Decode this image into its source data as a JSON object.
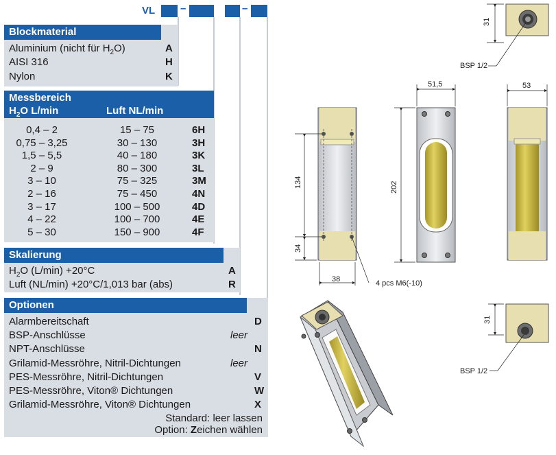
{
  "order_code": {
    "prefix": "VL",
    "dash1": "–",
    "dash2": "–"
  },
  "blockmaterial": {
    "title": "Blockmaterial",
    "items": [
      {
        "label_pre": "Aluminium (nicht für H",
        "sub": "2",
        "label_post": "O)",
        "code": "A"
      },
      {
        "label": "AISI 316",
        "code": "H"
      },
      {
        "label": "Nylon",
        "code": "K"
      }
    ]
  },
  "messbereich": {
    "title": "Messbereich",
    "col_h2o_pre": "H",
    "col_h2o_sub": "2",
    "col_h2o_post": "O  L/min",
    "col_luft": "Luft NL/min",
    "rows": [
      {
        "h2o": "0,4 – 2",
        "luft": "15 – 75",
        "code": "6H"
      },
      {
        "h2o": "0,75 – 3,25",
        "luft": "30 – 130",
        "code": "3H"
      },
      {
        "h2o": "1,5 – 5,5",
        "luft": "40 – 180",
        "code": "3K"
      },
      {
        "h2o": "2 – 9",
        "luft": "80 – 300",
        "code": "3L"
      },
      {
        "h2o": "3 – 10",
        "luft": "75 – 325",
        "code": "3M"
      },
      {
        "h2o": "2 – 16",
        "luft": "75 – 450",
        "code": "4N"
      },
      {
        "h2o": "3 – 17",
        "luft": "100 – 500",
        "code": "4D"
      },
      {
        "h2o": "4 – 22",
        "luft": "100 – 700",
        "code": "4E"
      },
      {
        "h2o": "5 – 30",
        "luft": "150 – 900",
        "code": "4F"
      }
    ]
  },
  "skalierung": {
    "title": "Skalierung",
    "items": [
      {
        "label_pre": "H",
        "sub": "2",
        "label_post": "O (L/min) +20°C",
        "code": "A"
      },
      {
        "label": "Luft (NL/min) +20°C/1,013 bar (abs)",
        "code": "R"
      }
    ]
  },
  "optionen": {
    "title": "Optionen",
    "items": [
      {
        "label": "Alarmbereitschaft",
        "code": "D",
        "leer": ""
      },
      {
        "label": "BSP-Anschlüsse",
        "code": "",
        "leer": "leer"
      },
      {
        "label": "NPT-Anschlüsse",
        "code": "N",
        "leer": ""
      },
      {
        "label": "Grilamid-Messröhre, Nitril-Dichtungen",
        "code": "",
        "leer": "leer"
      },
      {
        "label": "PES-Messröhre, Nitril-Dichtungen",
        "code": "V",
        "leer": ""
      },
      {
        "label": "PES-Messröhre, Viton® Dichtungen",
        "code": "W",
        "leer": ""
      },
      {
        "label": "Grilamid-Messröhre, Viton® Dichtungen",
        "code": "X",
        "leer": ""
      }
    ],
    "note1": "Standard: leer lassen",
    "note2_pre": "Option: ",
    "note2_bold": "Z",
    "note2_post": "eichen wählen"
  },
  "drawing": {
    "top_view_dim": "31",
    "top_view_port": "BSP 1/2",
    "bottom_view_dim": "31",
    "bottom_view_port": "BSP 1/2",
    "dim_515": "51,5",
    "dim_53": "53",
    "dim_134": "134",
    "dim_34": "34",
    "dim_202": "202",
    "dim_38": "38",
    "mount_note": "4 pcs M6(-10)"
  },
  "colors": {
    "accent": "#1a5fa8",
    "panel": "#d9dde4",
    "brass": "#e8dfb0",
    "tube": "#c9b83a"
  }
}
